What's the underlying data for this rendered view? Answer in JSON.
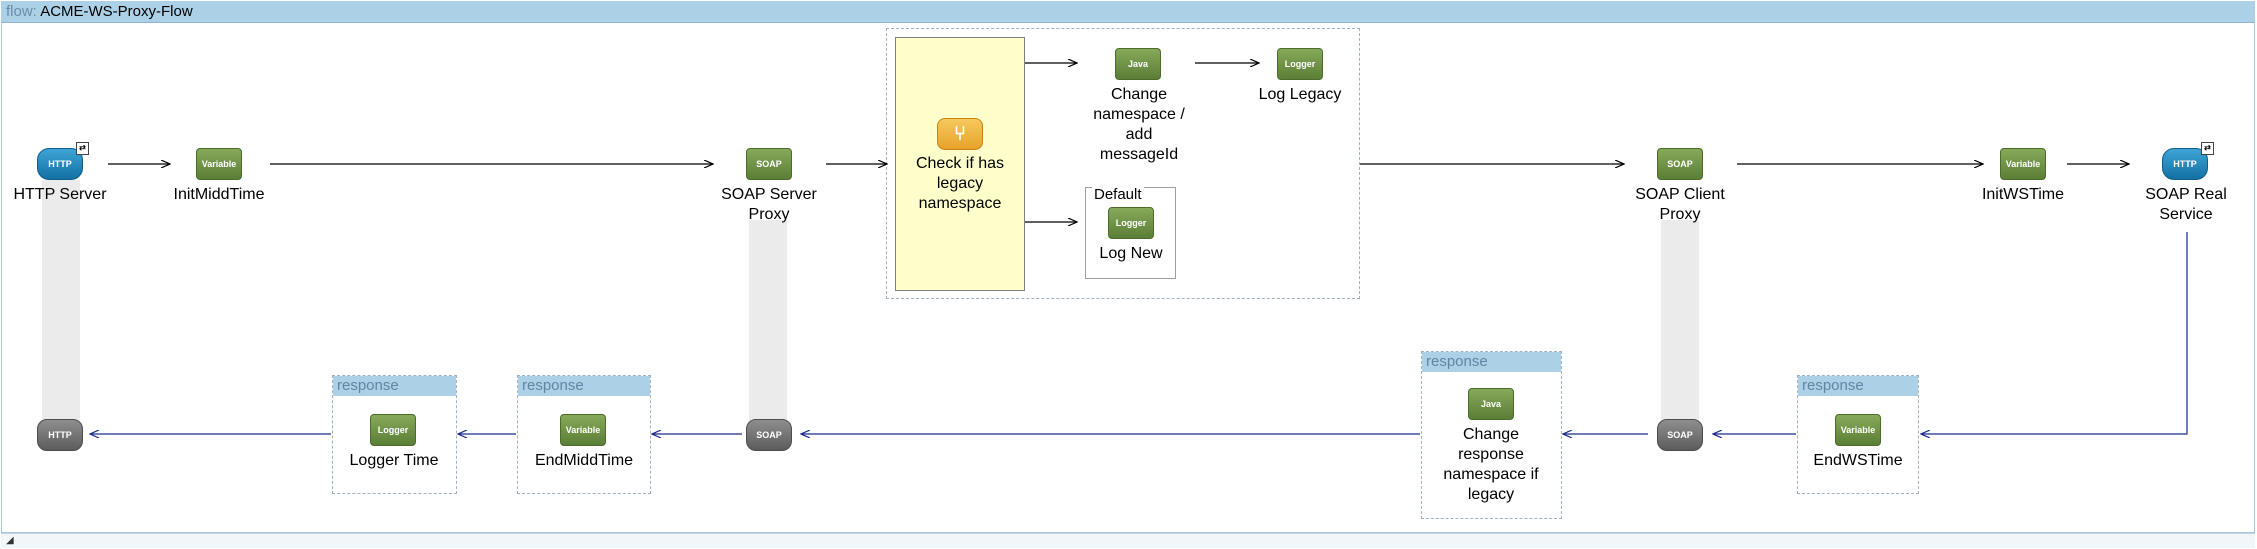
{
  "flow": {
    "keyword": "flow:",
    "name": "ACME-WS-Proxy-Flow"
  },
  "colors": {
    "request_arrow": "#000000",
    "response_arrow": "#1d2a8a",
    "header": "#acd1e6"
  },
  "request_path": {
    "http_server": {
      "icon": "HTTP",
      "label": "HTTP Server"
    },
    "init_midd_time": {
      "icon": "Variable",
      "label": "InitMiddTime"
    },
    "soap_server_proxy": {
      "icon": "SOAP",
      "label": "SOAP Server Proxy"
    },
    "choice": {
      "label": "Check if has legacy namespace",
      "route_legacy": {
        "change_ns": {
          "icon": "Java",
          "label": "Change namespace / add messageId"
        },
        "log_legacy": {
          "icon": "Logger",
          "label": "Log Legacy"
        }
      },
      "default_route": {
        "title": "Default",
        "log_new": {
          "icon": "Logger",
          "label": "Log New"
        }
      }
    },
    "soap_client_proxy": {
      "icon": "SOAP",
      "label": "SOAP Client Proxy"
    },
    "init_ws_time": {
      "icon": "Variable",
      "label": "InitWSTime"
    },
    "soap_real_service": {
      "icon": "HTTP",
      "label": "SOAP Real Service"
    }
  },
  "response_path": {
    "http_return": {
      "icon": "HTTP"
    },
    "logger_time": {
      "header": "response",
      "icon": "Logger",
      "label": "Logger Time"
    },
    "end_midd_time": {
      "header": "response",
      "icon": "Variable",
      "label": "EndMiddTime"
    },
    "soap_server_return": {
      "icon": "SOAP"
    },
    "change_response_ns": {
      "header": "response",
      "icon": "Java",
      "label": "Change response namespace if legacy"
    },
    "soap_client_return": {
      "icon": "SOAP"
    },
    "end_ws_time": {
      "header": "response",
      "icon": "Variable",
      "label": "EndWSTime"
    }
  }
}
